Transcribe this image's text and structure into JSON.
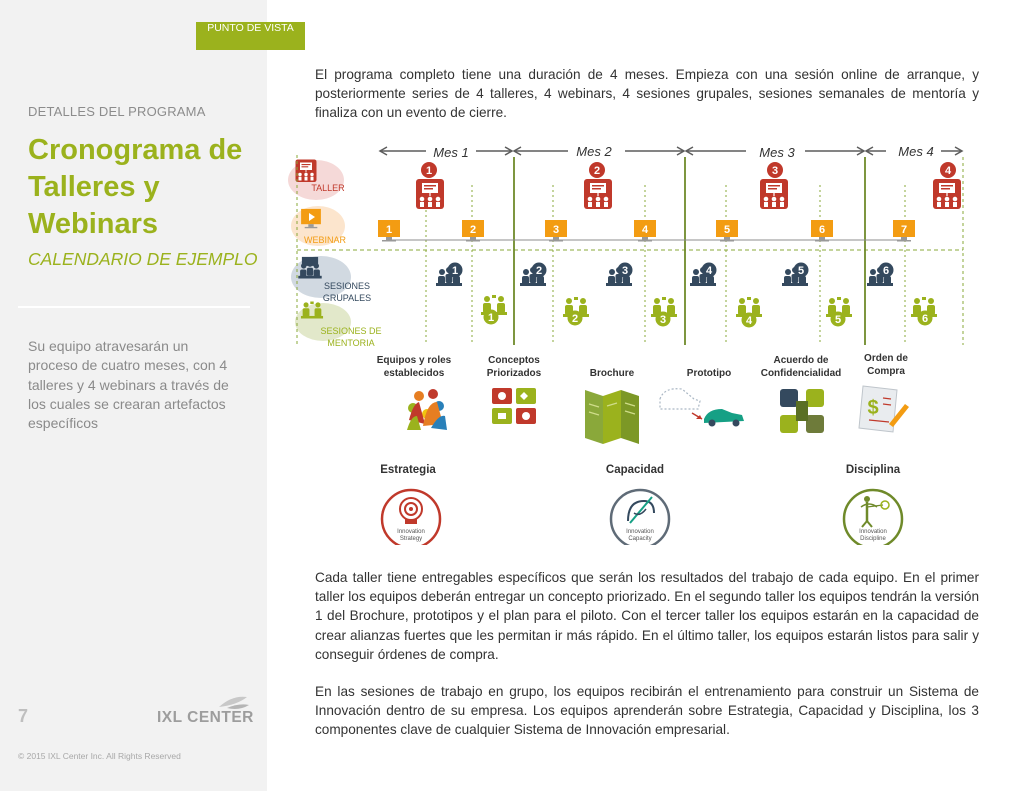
{
  "badge": "PUNTO DE VISTA",
  "sidebar": {
    "section_label": "DETALLES DEL PROGRAMA",
    "title": "Cronograma de Talleres y Webinars",
    "subtitle": "CALENDARIO DE EJEMPLO",
    "description": "Su equipo atravesarán un proceso de cuatro meses, con 4 talleres y 4 webinars a través de los cuales se crearan artefactos específicos",
    "page_number": "7",
    "logo": "IXL CENTER",
    "copyright": "© 2015 IXL Center Inc. All Rights Reserved"
  },
  "intro": "El programa completo tiene una duración de 4 meses. Empieza con una sesión online de arranque, y posteriormente series de 4 talleres, 4 webinars, 4 sesiones grupales, sesiones semanales de mentoría y finaliza con un evento de cierre.",
  "diagram": {
    "months": [
      "Mes 1",
      "Mes 2",
      "Mes 3",
      "Mes 4"
    ],
    "legend": {
      "taller": "TALLER",
      "webinar": "WEBINAR",
      "grupales_1": "SESIONES",
      "grupales_2": "GRUPALES",
      "mentoria_1": "SESIONES DE",
      "mentoria_2": "MENTORIA"
    },
    "taller_numbers": [
      "1",
      "2",
      "3",
      "4"
    ],
    "webinar_numbers": [
      "1",
      "2",
      "3",
      "4",
      "5",
      "6",
      "7"
    ],
    "grupal_numbers": [
      "1",
      "2",
      "3",
      "4",
      "5",
      "6"
    ],
    "mentoria_numbers": [
      "1",
      "2",
      "3",
      "4",
      "5",
      "6"
    ],
    "artifacts": {
      "a1_l1": "Equipos y roles",
      "a1_l2": "establecidos",
      "a2_l1": "Conceptos",
      "a2_l2": "Priorizados",
      "a3": "Brochure",
      "a4": "Prototipo",
      "a5_l1": "Acuerdo de",
      "a5_l2": "Confidencialidad",
      "a6_l1": "Orden de",
      "a6_l2": "Compra"
    },
    "pillars": {
      "p1": "Estrategia",
      "p2": "Capacidad",
      "p3": "Disciplina",
      "p1_badge_1": "Innovation",
      "p1_badge_2": "Strategy",
      "p2_badge_1": "Innovation",
      "p2_badge_2": "Capacity",
      "p3_badge_1": "Innovation",
      "p3_badge_2": "Discipline"
    },
    "colors": {
      "green": "#9bb21d",
      "red": "#c0392b",
      "orange": "#f39c12",
      "navy": "#34495e",
      "grid": "#8aa83a"
    }
  },
  "body_p1": "Cada taller tiene entregables específicos que serán los resultados del trabajo de cada equipo. En el primer taller los equipos deberán entregar un concepto priorizado. En el segundo taller los equipos tendrán la versión 1 del Brochure, prototipos y el plan para el piloto. Con el tercer taller los equipos estarán en la capacidad de crear alianzas fuertes que les permitan ir más rápido. En el último taller, los equipos estarán listos para salir y conseguir órdenes de compra.",
  "body_p2": "En las sesiones de trabajo en grupo, los equipos recibirán el entrenamiento para construir un Sistema de Innovación dentro de su empresa. Los equipos aprenderán sobre Estrategia, Capacidad y Disciplina, los 3 componentes clave de cualquier Sistema de Innovación empresarial."
}
